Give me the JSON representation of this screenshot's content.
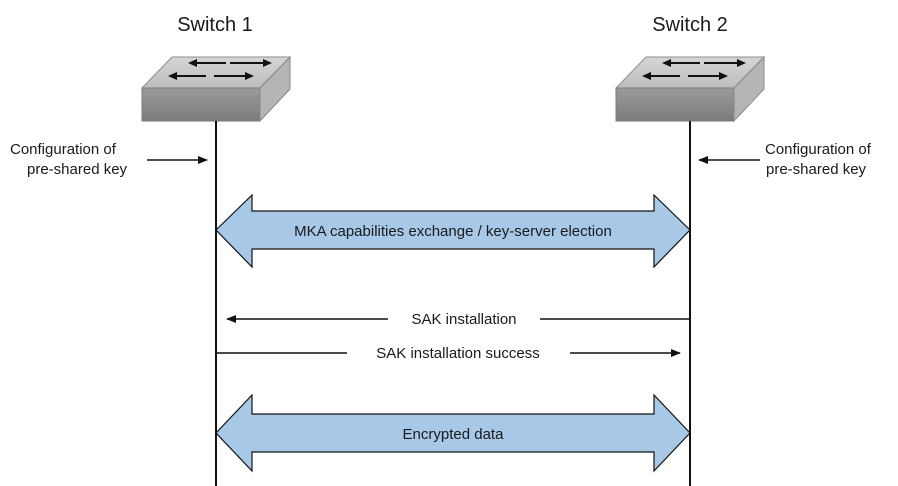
{
  "diagram": {
    "switch1": {
      "title": "Switch 1"
    },
    "switch2": {
      "title": "Switch 2"
    },
    "left_config": {
      "line1": "Configuration of",
      "line2": "pre-shared key"
    },
    "right_config": {
      "line1": "Configuration of",
      "line2": "pre-shared key"
    },
    "messages": {
      "mka_exchange": "MKA capabilities exchange / key-server election",
      "sak_installation": "SAK installation",
      "sak_installation_success": "SAK installation success",
      "encrypted_data": "Encrypted data"
    },
    "colors": {
      "switch_top": "#c8c8c8",
      "switch_front": "#8f8f8f",
      "switch_side": "#b7b7b7",
      "block_arrow_fill": "#a8c8e8",
      "line": "#111111"
    },
    "icons": {
      "switch_arrows": "bidirectional-arrows-icon"
    }
  }
}
